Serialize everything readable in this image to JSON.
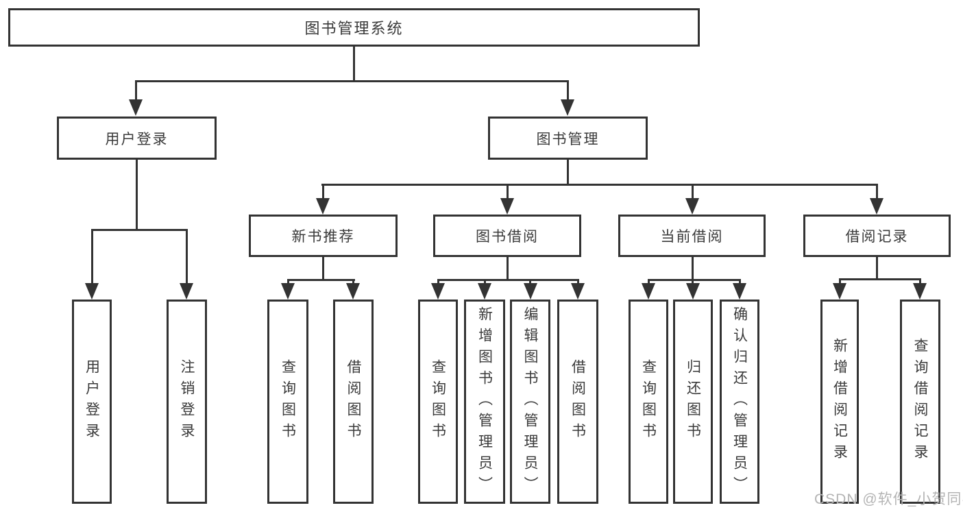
{
  "tree": {
    "root": {
      "label": "图书管理系统"
    },
    "branches": [
      {
        "label": "用户登录",
        "children": [
          {
            "label": "用户登录"
          },
          {
            "label": "注销登录"
          }
        ]
      },
      {
        "label": "图书管理",
        "groups": [
          {
            "label": "新书推荐",
            "children": [
              {
                "label": "查询图书"
              },
              {
                "label": "借阅图书"
              }
            ]
          },
          {
            "label": "图书借阅",
            "children": [
              {
                "label": "查询图书"
              },
              {
                "label": "新增图书（管理员）"
              },
              {
                "label": "编辑图书（管理员）"
              },
              {
                "label": "借阅图书"
              }
            ]
          },
          {
            "label": "当前借阅",
            "children": [
              {
                "label": "查询图书"
              },
              {
                "label": "归还图书"
              },
              {
                "label": "确认归还（管理员）"
              }
            ]
          },
          {
            "label": "借阅记录",
            "children": [
              {
                "label": "新增借阅记录"
              },
              {
                "label": "查询借阅记录"
              }
            ]
          }
        ]
      }
    ]
  },
  "watermark": {
    "text": "CSDN @软件_小贺同学"
  },
  "colors": {
    "line": "#333333",
    "text": "#3a3a3a",
    "box_fill": "#ffffff",
    "background": "#ffffff",
    "watermark": "#b4b4b4"
  }
}
